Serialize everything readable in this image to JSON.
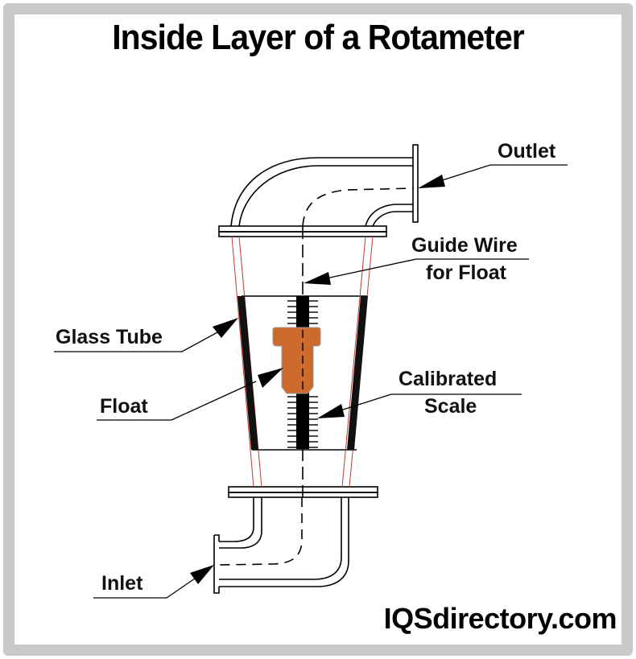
{
  "title": "Inside Layer of a Rotameter",
  "labels": {
    "outlet": "Outlet",
    "guide_wire_line1": "Guide Wire",
    "guide_wire_line2": "for Float",
    "glass_tube": "Glass Tube",
    "float": "Float",
    "calibrated_line1": "Calibrated",
    "calibrated_line2": "Scale",
    "inlet": "Inlet"
  },
  "brand": "IQSdirectory.com",
  "colors": {
    "frame": "#c8c9cb",
    "float": "#cc6a2c",
    "tube_edge": "#c0392b",
    "ink": "#000000"
  }
}
